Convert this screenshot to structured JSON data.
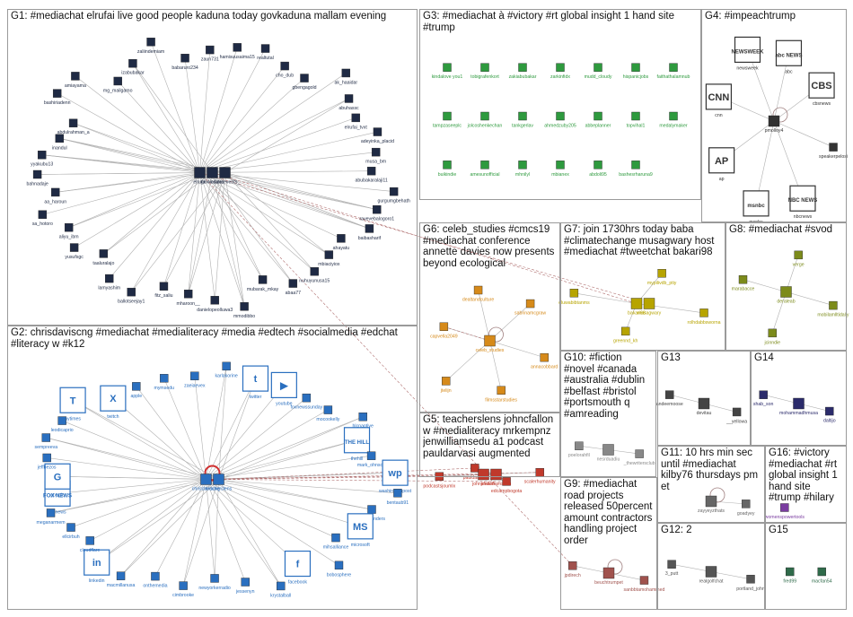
{
  "colors": {
    "g1": "#1f2a44",
    "g2": "#2a6fbf",
    "g3": "#2e9a3e",
    "g4": "#333333",
    "g5": "#c0392b",
    "g6": "#d68a1a",
    "g7": "#b7a400",
    "g8": "#7c8b1b",
    "g9": "#a0524d",
    "g10": "#888888",
    "g11": "#666666",
    "g12": "#555555",
    "g13": "#444444",
    "g14": "#2b2b6b",
    "g15": "#2f6b4a",
    "g16": "#7a3ca0",
    "edge": "#b0b0b0"
  },
  "groups": [
    {
      "id": "g1",
      "title": "G1: #mediachat elrufai live good people kaduna today govkaduna mallam evening"
    },
    {
      "id": "g2",
      "title": "G2: chrisdaviscng #mediachat #medialiteracy #media #edtech #socialmedia #edchat #literacy w #k12"
    },
    {
      "id": "g3",
      "title": "G3: #mediachat à #victory #rt global insight 1 hand site #trump"
    },
    {
      "id": "g4",
      "title": "G4: #impeachtrump"
    },
    {
      "id": "g5",
      "title": "G5: teacherslens johncfallon w #medialiteracy mrkempnz jenwilliamsedu a1 podcast pauldarvasi augmented"
    },
    {
      "id": "g6",
      "title": "G6: celeb_studies #cmcs19 #mediachat conference annette davies now presents beyond ecological"
    },
    {
      "id": "g7",
      "title": "G7: join 1730hrs today baba #climatechange musagwary host #mediachat #tweetchat bakari98"
    },
    {
      "id": "g8",
      "title": "G8: #mediachat #svod"
    },
    {
      "id": "g9",
      "title": "G9: #mediachat road projects released 50percent amount contractors handling project order"
    },
    {
      "id": "g10",
      "title": "G10: #fiction #novel #canada #australia #dublin #belfast #bristol #portsmouth q #amreading"
    },
    {
      "id": "g11",
      "title": "G11: 10 hrs min sec until #mediachat kilby76 thursdays pm et"
    },
    {
      "id": "g12",
      "title": "G12: 2"
    },
    {
      "id": "g13",
      "title": "G13"
    },
    {
      "id": "g14",
      "title": "G14"
    },
    {
      "id": "g15",
      "title": "G15"
    },
    {
      "id": "g16",
      "title": "G16: #victory #mediachat #rt global insight 1 hand site #trump #hilary"
    }
  ],
  "nodes": {
    "g1": [
      "ravevebalogoro1",
      "baibasharif",
      "ahayatu",
      "mbiaciyiox",
      "nuhuyunusa15",
      "abaa77",
      "mubarak_mkay",
      "mmodibbo",
      "danielopeolluwa3",
      "mharoon__",
      "fitz_saliu",
      "ballotseejay1",
      "lamyashim",
      "taaluralajo",
      "yusufsgc",
      "aliyu_ibm",
      "sa_hotoro",
      "aa_haroun",
      "bahnadaje",
      "yyakubu13",
      "inandul",
      "abdulrahman_a",
      "bashiriadenn",
      "amiayama",
      "mg_mailgamo",
      "izabubakar",
      "zaliindemiam",
      "babaruro234",
      "zaun731",
      "hamisuusaima15",
      "realtutal",
      "cho_dub",
      "gbengagold",
      "ak_haaidar",
      "abuhassc",
      "elrufai_tvxt",
      "adeyinka_placid",
      "musa_bm",
      "abubakaralaji11",
      "gurgumgbehath",
      "elrufai",
      "govkaduna",
      "insiderevents_"
    ],
    "g2": [
      "bernisanders",
      "microsoft",
      "mihsalliance",
      "bobosphere",
      "facebook",
      "krystalball",
      "jessenyn",
      "newyorkerradio",
      "cimbrooke",
      "onthemedia",
      "macmillanusa",
      "linkedin",
      "cloudflare",
      "ellcirbuh",
      "meganarmem",
      "teacherslens",
      "foxnews",
      "chrisdaviscng",
      "google",
      "jeffbezos",
      "sempreeva",
      "leodicaprio",
      "nytimes",
      "twitch",
      "apple",
      "mymsedu",
      "zaeiaevex",
      "karlakorine",
      "twitter",
      "youtube",
      "foxnewssunday",
      "mocookelly",
      "hlcnaptive",
      "thehill",
      "mark_ohnson",
      "washingtonpost",
      "bentaub91"
    ],
    "g3": [
      "kindalove you1",
      "tobigrafenkort",
      "zakiabubakar",
      "zarkinfidx",
      "mudd_cloudy",
      "hispanicjobs",
      "faithathalamnub",
      "tampzaseeplc",
      "jolcoshenkechan",
      "tankgerlav",
      "ahmedzuby205",
      "abbeplanner",
      "topvihal1",
      "medalymaker",
      "buikindie",
      "amesunofficial",
      "mhnilyl",
      "mbianex",
      "abdoli95",
      "bashesrharuna9"
    ],
    "g4": [
      "speakerpelosi",
      "nbcnews",
      "msnbc",
      "ap",
      "cnn",
      "pmolloy4",
      "newsweek",
      "abc",
      "cbsnews"
    ],
    "g5": [
      "scalerhumanity",
      "pauldarvasi",
      "podcastsjoumlx",
      "edcampbogota",
      "jenwilliamsedu",
      "johncfallon"
    ],
    "g6": [
      "annacobbard",
      "filmsstarstudies",
      "celeb_studies",
      "jtelijn",
      "capvella2049",
      "dealtandculture",
      "sabrinamcgraw"
    ],
    "g7": [
      "rolhdabbsworna",
      "greennd_kh",
      "bakari98",
      "musagwary",
      "oluwabibtanms",
      "mypilivdb_ptiy"
    ],
    "g8": [
      "mobilamlltidally",
      "jcinndie",
      "deraleab",
      "marabacce",
      "verge"
    ],
    "g9": [
      "beuchtrumpet",
      "sanbbtamohammed",
      "jpdirech"
    ],
    "g10": [
      "nesrduadiu",
      "_thewritersclub",
      "poelorahfil"
    ],
    "g11": [
      "zayyeyzthats",
      "goadyey"
    ],
    "g12": [
      "portland_john",
      "realgolfchat",
      "3_putt"
    ],
    "g13": [
      "__yellowa",
      "devitau",
      "andeemoose"
    ],
    "g14": [
      "mohammadhmusa",
      "daltijo",
      "shab_son"
    ],
    "g15": [
      "fred99",
      "macfan54"
    ],
    "g16": [
      "womenspowertools"
    ]
  },
  "logos": {
    "ap": "AP",
    "cnn": "CNN",
    "nbcnews": "NBC NEWS",
    "abc": "abc NEWS",
    "cbsnews": "CBS",
    "foxnews": "FOX NEWS",
    "google": "G",
    "nytimes": "T",
    "microsoft": "MS",
    "twitter": "t",
    "youtube": "▶",
    "washingtonpost": "wp",
    "facebook": "f",
    "linkedin": "in",
    "thehill": "THE HILL",
    "twitch": "X",
    "newsweek": "NEWSWEEK",
    "msnbc": "msnbc"
  }
}
